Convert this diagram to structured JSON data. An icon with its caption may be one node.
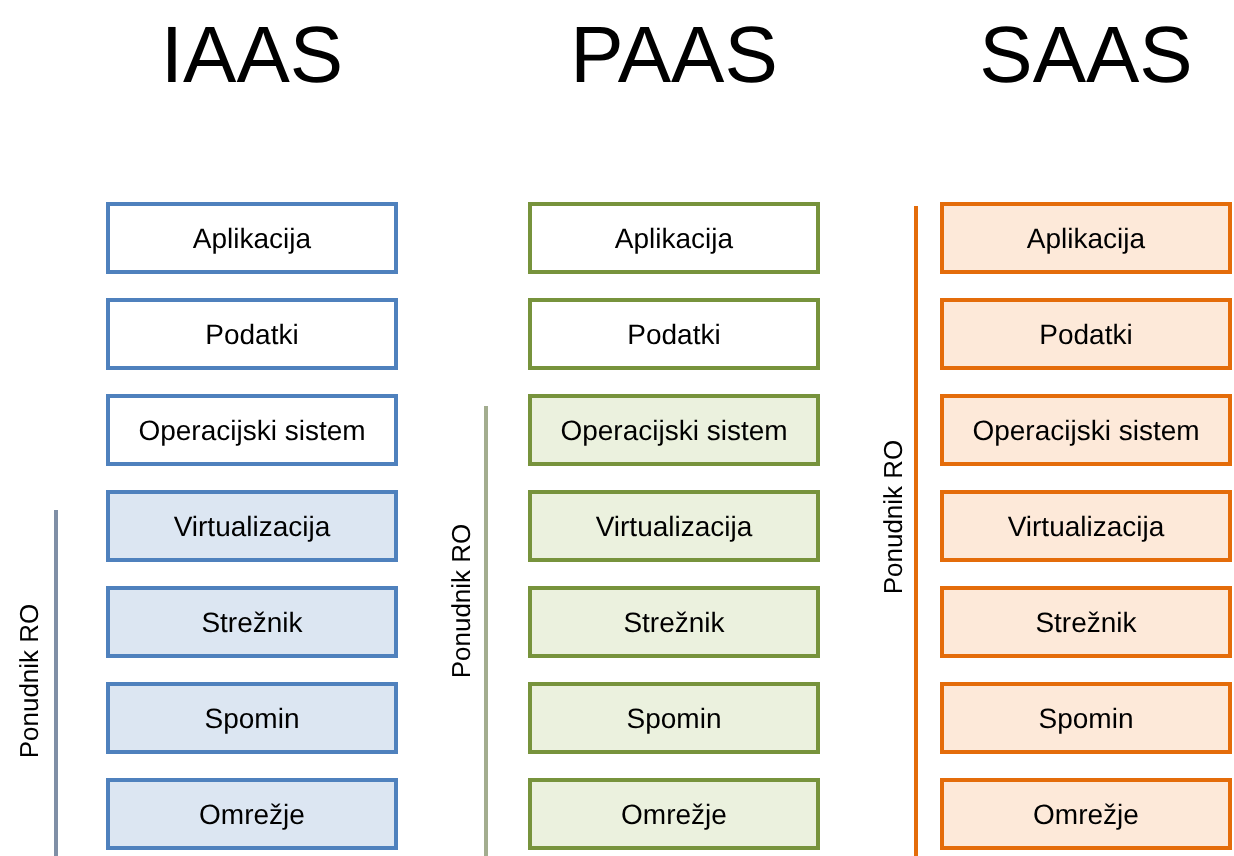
{
  "diagram": {
    "nodes": [
      {
        "text": [
          "Aplikacija"
        ]
      },
      {
        "text": [
          "Podatki"
        ]
      },
      {
        "text": [
          "Operacijski sistem"
        ]
      },
      {
        "text": [
          "Virtualizacija"
        ]
      },
      {
        "text": [
          "Strežnik"
        ]
      },
      {
        "text": [
          "Spomin"
        ]
      },
      {
        "text": [
          "Omrežje"
        ]
      },
      {
        "text": [
          "Aplikacija"
        ]
      },
      {
        "text": [
          "Podatki"
        ]
      },
      {
        "text": [
          "Operacijski sistem"
        ]
      },
      {
        "text": [
          "Virtualizacija"
        ]
      },
      {
        "text": [
          "Strežnik"
        ]
      },
      {
        "text": [
          "Spomin"
        ]
      },
      {
        "text": [
          "Omrežje"
        ]
      },
      {
        "text": [
          "Aplikacija"
        ]
      },
      {
        "text": [
          "Podatki"
        ]
      },
      {
        "text": [
          "Operacijski sistem"
        ]
      },
      {
        "text": [
          "Virtualizacija"
        ]
      },
      {
        "text": [
          "Strežnik"
        ]
      },
      {
        "text": [
          "Spomin"
        ]
      },
      {
        "text": [
          "Omrežje"
        ]
      }
    ],
    "labels": [
      "IAAS",
      "PAAS",
      "SAAS",
      "Ponudnik RO",
      "Ponudnik RO",
      "Ponudnik RO"
    ]
  }
}
